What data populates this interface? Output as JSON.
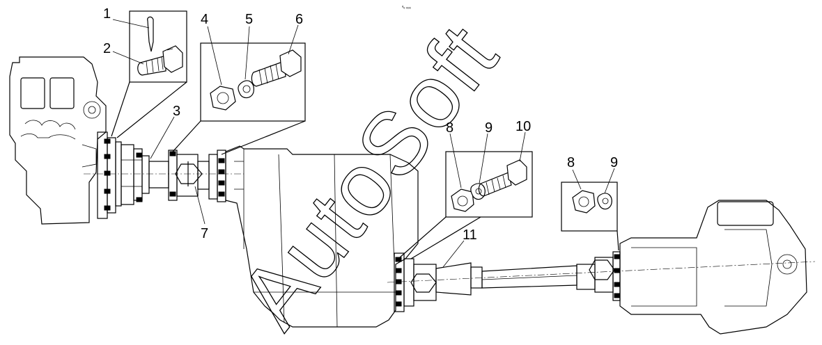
{
  "watermark": {
    "text": "AutoSoft"
  },
  "header_mark": "ᵃₑ ₑₑₑ",
  "callouts": [
    {
      "id": "callout-1",
      "label": "1"
    },
    {
      "id": "callout-2",
      "label": "2"
    },
    {
      "id": "callout-3",
      "label": "3"
    },
    {
      "id": "callout-4",
      "label": "4"
    },
    {
      "id": "callout-5",
      "label": "5"
    },
    {
      "id": "callout-6",
      "label": "6"
    },
    {
      "id": "callout-7",
      "label": "7"
    },
    {
      "id": "callout-8a",
      "label": "8"
    },
    {
      "id": "callout-9a",
      "label": "9"
    },
    {
      "id": "callout-10",
      "label": "10"
    },
    {
      "id": "callout-11",
      "label": "11"
    },
    {
      "id": "callout-8b",
      "label": "8"
    },
    {
      "id": "callout-9b",
      "label": "9"
    }
  ]
}
